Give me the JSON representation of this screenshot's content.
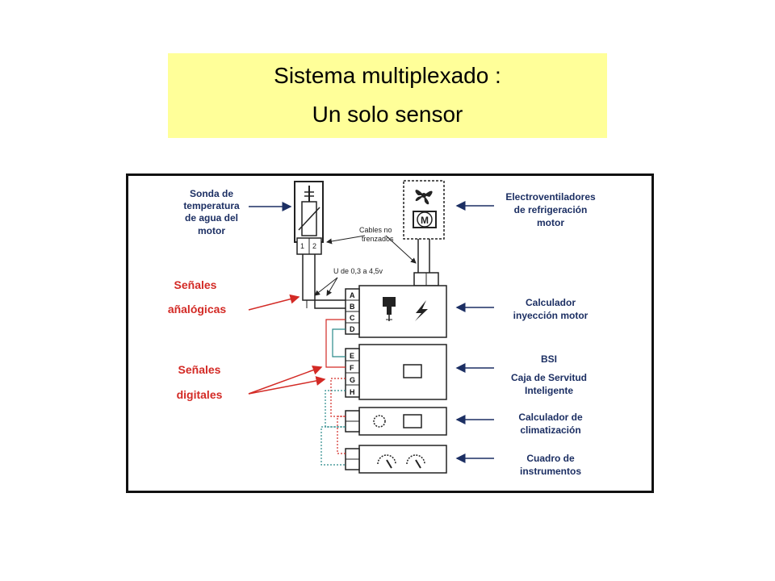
{
  "title": {
    "line1": "Sistema multiplexado :",
    "line2": "Un solo sensor"
  },
  "labels": {
    "sensor": [
      "Sonda de",
      "temperatura",
      "de agua del",
      "motor"
    ],
    "fans": [
      "Electroventiladores",
      "de refrigeración",
      "motor"
    ],
    "ecu": [
      "Calculador",
      "inyección motor"
    ],
    "bsi": [
      "BSI",
      "Caja de Servitud",
      "Inteligente"
    ],
    "clim": [
      "Calculador de",
      "climatización"
    ],
    "cluster": [
      "Cuadro de",
      "instrumentos"
    ],
    "analog": [
      "Señales",
      "añalógicas"
    ],
    "digital": [
      "Señales",
      "digitales"
    ],
    "cables": [
      "Cables no",
      "trenzados"
    ],
    "voltage": "U de 0,3 a 4,5v",
    "sensor_pins": [
      "1",
      "2"
    ],
    "ecu_pins": [
      "A",
      "B",
      "C",
      "D"
    ],
    "bsi_pins": [
      "E",
      "F",
      "G",
      "H"
    ],
    "motor_letter": "M"
  },
  "colors": {
    "title_bg": "#ffff99",
    "label_blue": "#1c2f63",
    "signal_red": "#d32a25",
    "wire_teal": "#2a8a8a"
  }
}
